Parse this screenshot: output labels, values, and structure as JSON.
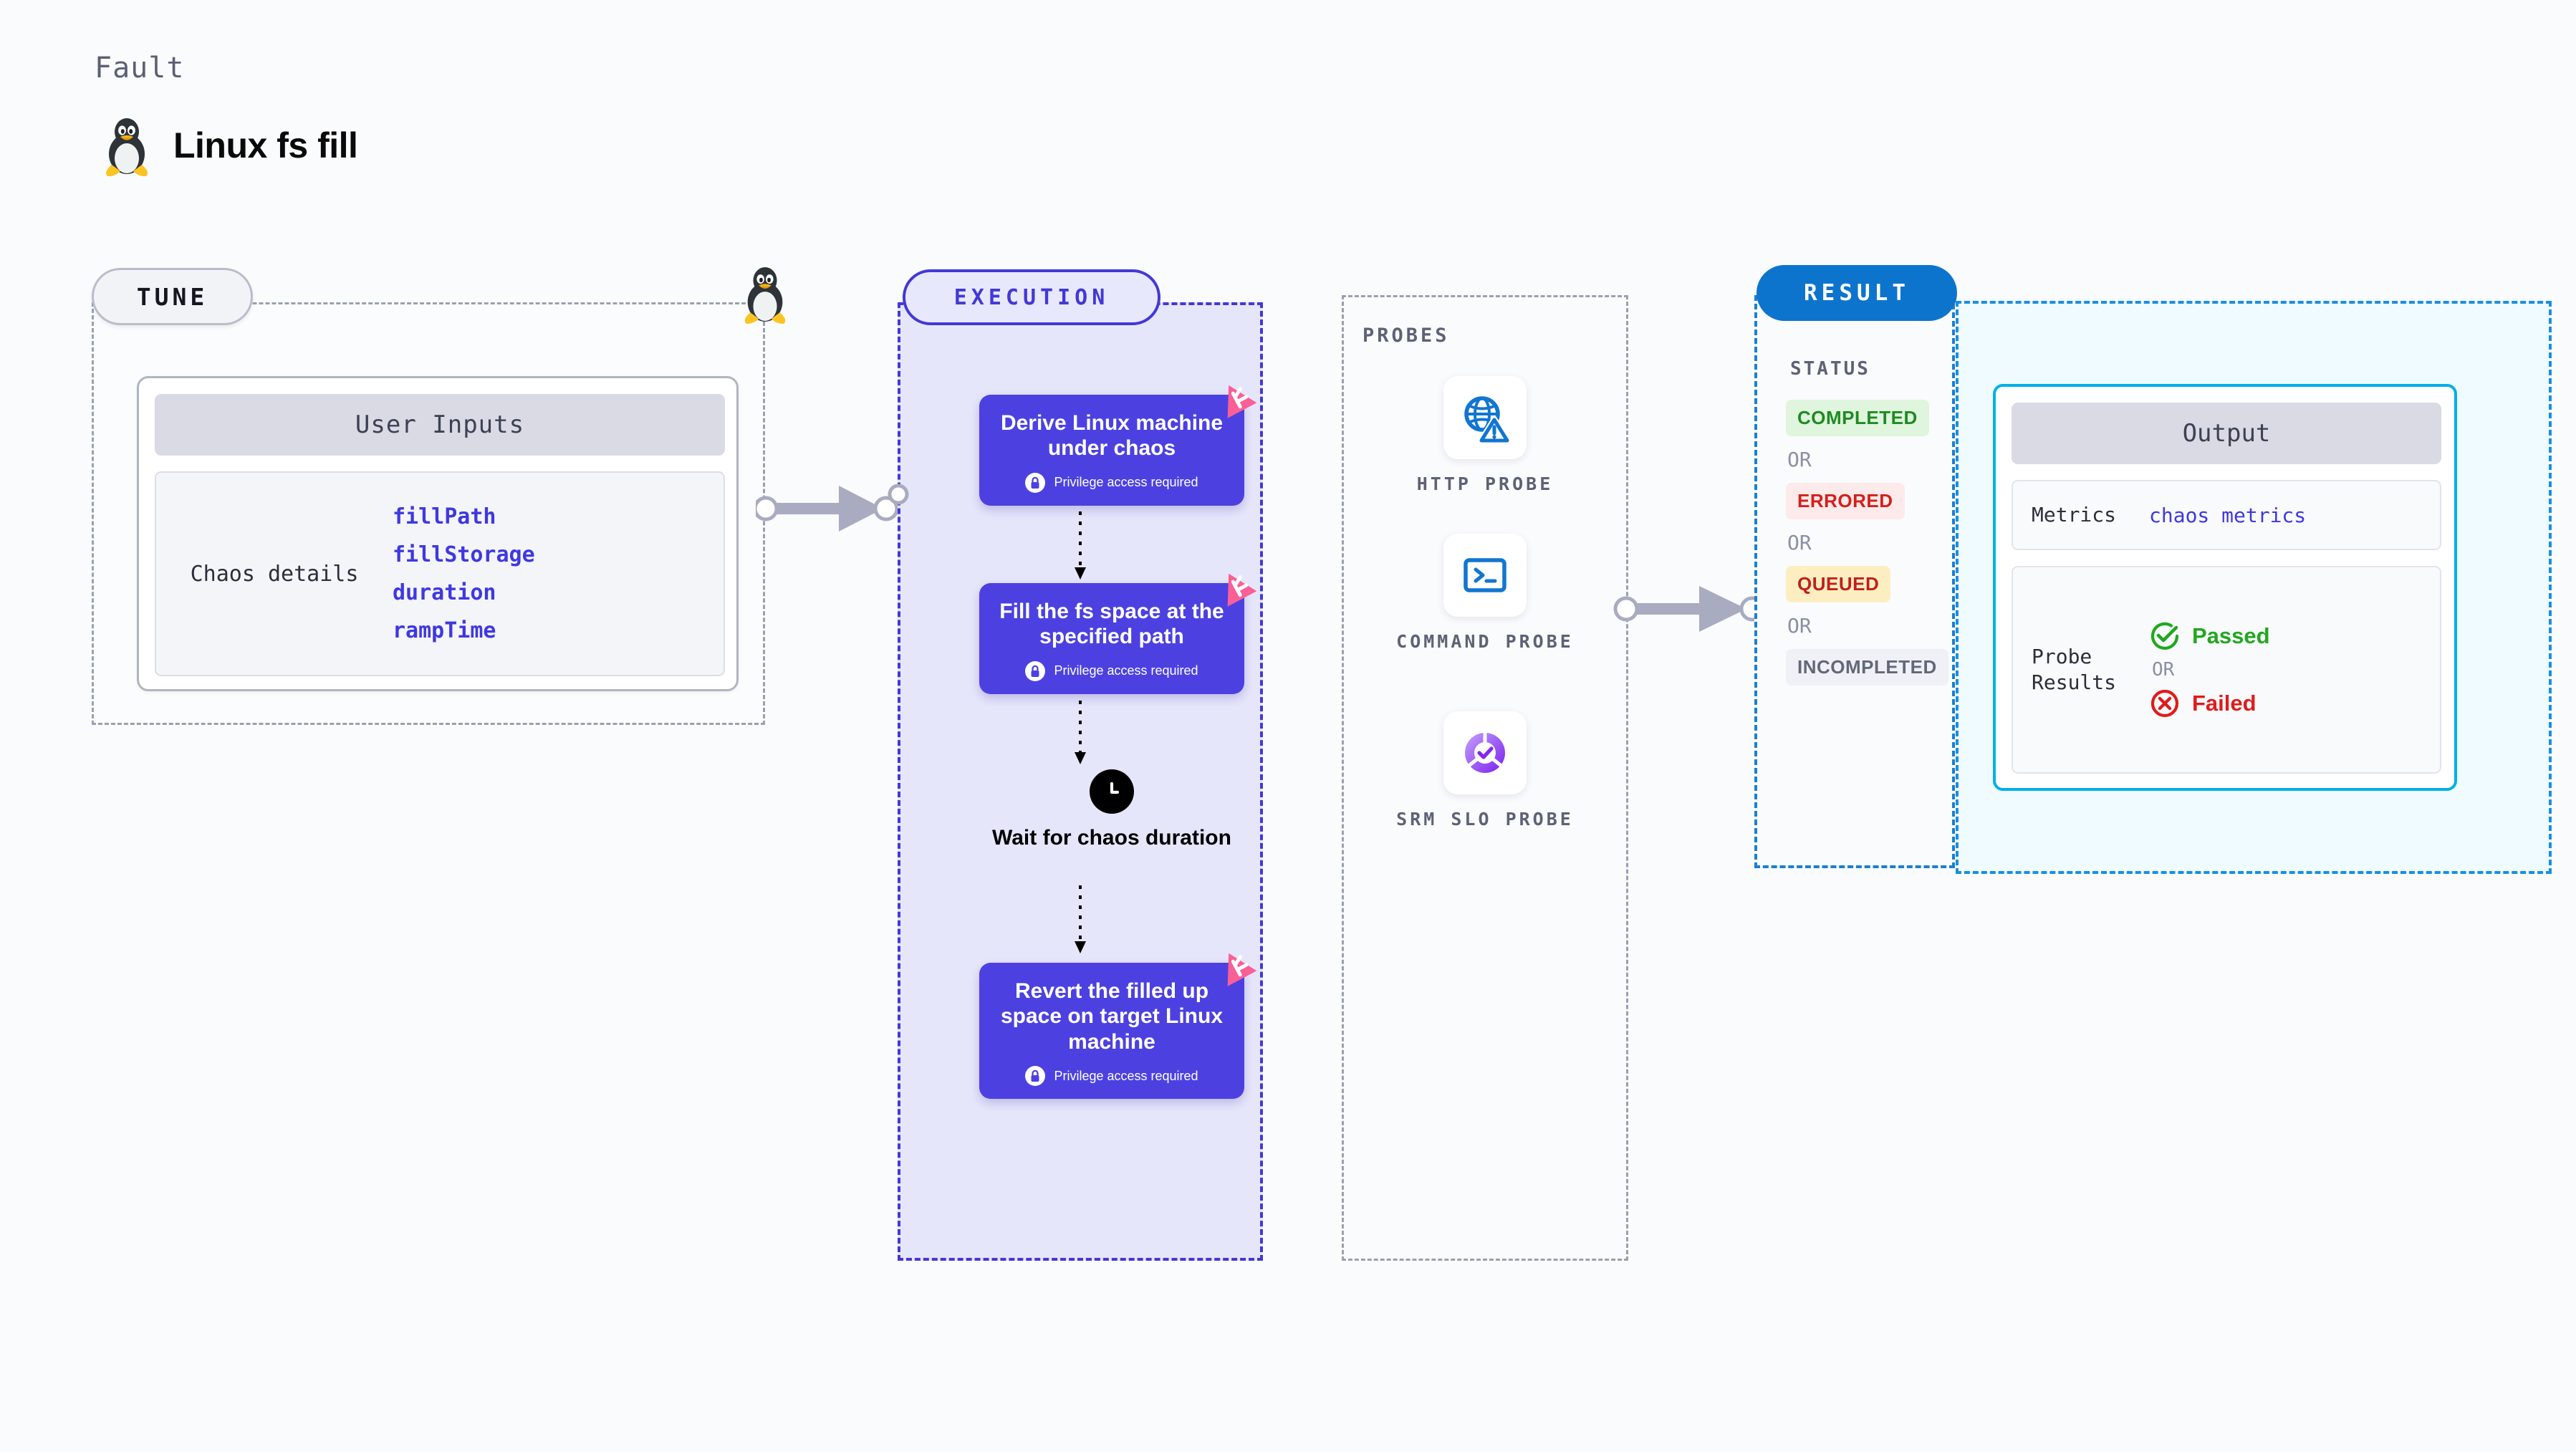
{
  "header": {
    "kicker": "Fault",
    "title": "Linux fs fill",
    "icon": "tux-penguin-icon"
  },
  "tune": {
    "pill_label": "TUNE",
    "user_inputs_header": "User Inputs",
    "row_label": "Chaos details",
    "params": [
      "fillPath",
      "fillStorage",
      "duration",
      "rampTime"
    ],
    "icon": "tux-penguin-icon"
  },
  "execution": {
    "pill_label": "EXECUTION",
    "privilege_note": "Privilege access required",
    "steps": [
      {
        "title": "Derive Linux machine under chaos",
        "privileged": true
      },
      {
        "title": "Fill the fs space at the specified path",
        "privileged": true
      },
      {
        "title": "Revert the filled up space on target Linux machine",
        "privileged": true
      }
    ],
    "wait": {
      "label": "Wait for chaos duration",
      "icon": "clock-icon"
    }
  },
  "probes": {
    "title": "PROBES",
    "items": [
      {
        "label": "HTTP PROBE",
        "icon": "globe-warning-icon"
      },
      {
        "label": "COMMAND PROBE",
        "icon": "terminal-icon"
      },
      {
        "label": "SRM SLO PROBE",
        "icon": "slo-donut-check-icon"
      }
    ]
  },
  "result": {
    "pill_label": "RESULT",
    "status_title": "STATUS",
    "or_label": "OR",
    "statuses": [
      {
        "label": "COMPLETED",
        "fg": "#1f8b22",
        "bg": "#dff5dd"
      },
      {
        "label": "ERRORED",
        "fg": "#d2201b",
        "bg": "#fdeaea"
      },
      {
        "label": "QUEUED",
        "fg": "#c0201b",
        "bg": "#fdeec2"
      },
      {
        "label": "INCOMPLETED",
        "fg": "#626879",
        "bg": "#f0f1f6"
      }
    ]
  },
  "output": {
    "card_header": "Output",
    "metrics_label": "Metrics",
    "metrics_value": "chaos metrics",
    "probe_results_label": "Probe Results",
    "or_label": "OR",
    "passed_label": "Passed",
    "failed_label": "Failed",
    "passed_color": "#20a81f",
    "failed_color": "#e01b1b"
  },
  "colors": {
    "accent_purple": "#4c41e0",
    "accent_blue": "#0d74cd",
    "accent_cyan": "#00b0e6",
    "ribbon_pink": "#fa5f96"
  }
}
